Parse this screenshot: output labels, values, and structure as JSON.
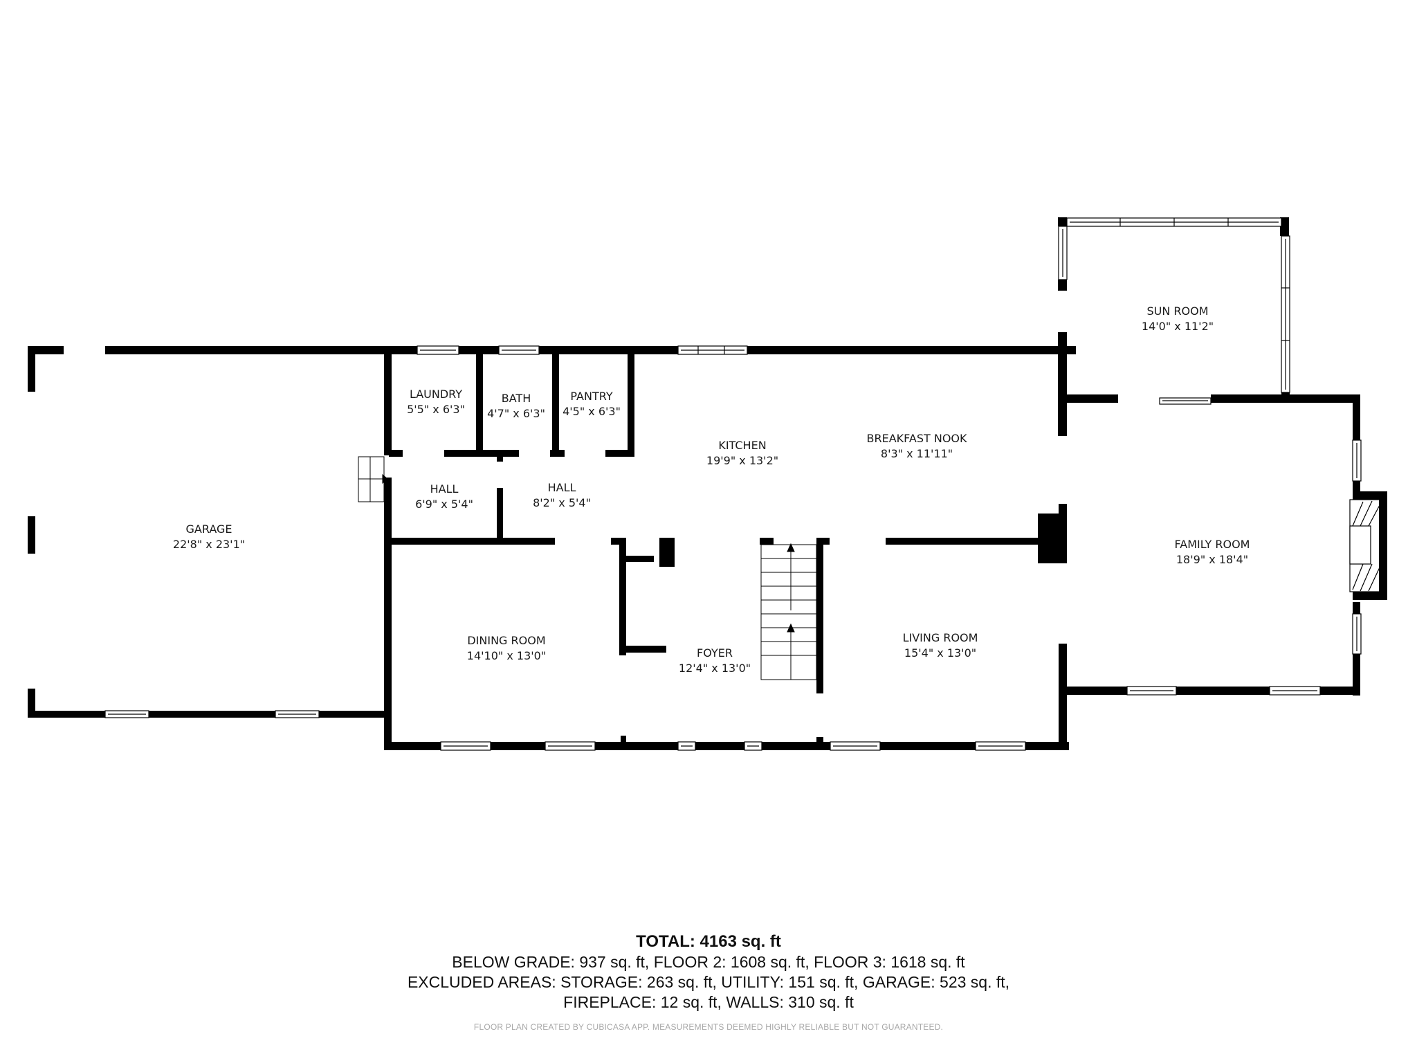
{
  "floor_plan": {
    "rooms": [
      {
        "name": "GARAGE",
        "dimensions": "22'8\" x 23'1\""
      },
      {
        "name": "LAUNDRY",
        "dimensions": "5'5\" x 6'3\""
      },
      {
        "name": "BATH",
        "dimensions": "4'7\" x 6'3\""
      },
      {
        "name": "PANTRY",
        "dimensions": "4'5\" x 6'3\""
      },
      {
        "name": "KITCHEN",
        "dimensions": "19'9\" x 13'2\""
      },
      {
        "name": "BREAKFAST NOOK",
        "dimensions": "8'3\" x 11'11\""
      },
      {
        "name": "HALL",
        "dimensions": "6'9\" x 5'4\""
      },
      {
        "name": "HALL",
        "dimensions": "8'2\" x 5'4\""
      },
      {
        "name": "SUN ROOM",
        "dimensions": "14'0\" x 11'2\""
      },
      {
        "name": "FAMILY ROOM",
        "dimensions": "18'9\" x 18'4\""
      },
      {
        "name": "DINING ROOM",
        "dimensions": "14'10\" x 13'0\""
      },
      {
        "name": "FOYER",
        "dimensions": "12'4\" x 13'0\""
      },
      {
        "name": "LIVING ROOM",
        "dimensions": "15'4\" x 13'0\""
      }
    ]
  },
  "summary": {
    "total": "TOTAL: 4163 sq. ft",
    "line1": "BELOW GRADE: 937 sq. ft, FLOOR 2: 1608 sq. ft, FLOOR 3: 1618 sq. ft",
    "line2": "EXCLUDED AREAS: STORAGE: 263 sq. ft, UTILITY: 151 sq. ft, GARAGE: 523 sq. ft,",
    "line3": "FIREPLACE: 12 sq. ft, WALLS: 310 sq. ft",
    "credit": "FLOOR PLAN CREATED BY CUBICASA APP. MEASUREMENTS DEEMED HIGHLY RELIABLE BUT NOT GUARANTEED."
  },
  "colors": {
    "wall": "#000000",
    "background": "#ffffff",
    "opening": "#e6e6e6",
    "credit": "#a8a8a8"
  }
}
